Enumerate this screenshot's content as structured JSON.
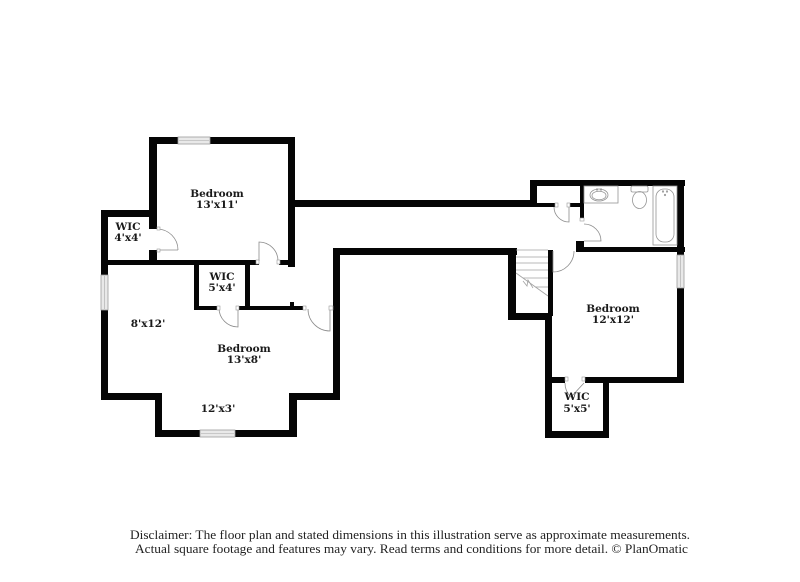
{
  "floorplan": {
    "rooms": [
      {
        "id": "bedroom-upper-left",
        "label": "Bedroom",
        "dims": "13'x11'"
      },
      {
        "id": "wic-upper-left",
        "label": "WIC",
        "dims": "4'x4'"
      },
      {
        "id": "wic-center",
        "label": "WIC",
        "dims": "5'x4'"
      },
      {
        "id": "bedroom-lower-left",
        "label": "Bedroom",
        "dims": "13'x8'",
        "alcove_dims": "8'x12'",
        "bay_dims": "12'x3'"
      },
      {
        "id": "bedroom-right",
        "label": "Bedroom",
        "dims": "12'x12'"
      },
      {
        "id": "wic-right",
        "label": "WIC",
        "dims": "5'x5'"
      }
    ],
    "fixtures": [
      "sink-icon",
      "toilet-icon",
      "bathtub-icon",
      "stairs-icon",
      "window-icon",
      "door-swing-icon"
    ],
    "colors": {
      "wall": "#050505",
      "window": "#e9e9e9",
      "door_swing": "#8c8c8c",
      "background": "#ffffff"
    }
  },
  "disclaimer": {
    "line1": "Disclaimer: The floor plan and stated dimensions in this illustration serve as approximate measurements.",
    "line2": "Actual square footage and features may vary. Read terms and conditions for more detail. © PlanOmatic"
  }
}
